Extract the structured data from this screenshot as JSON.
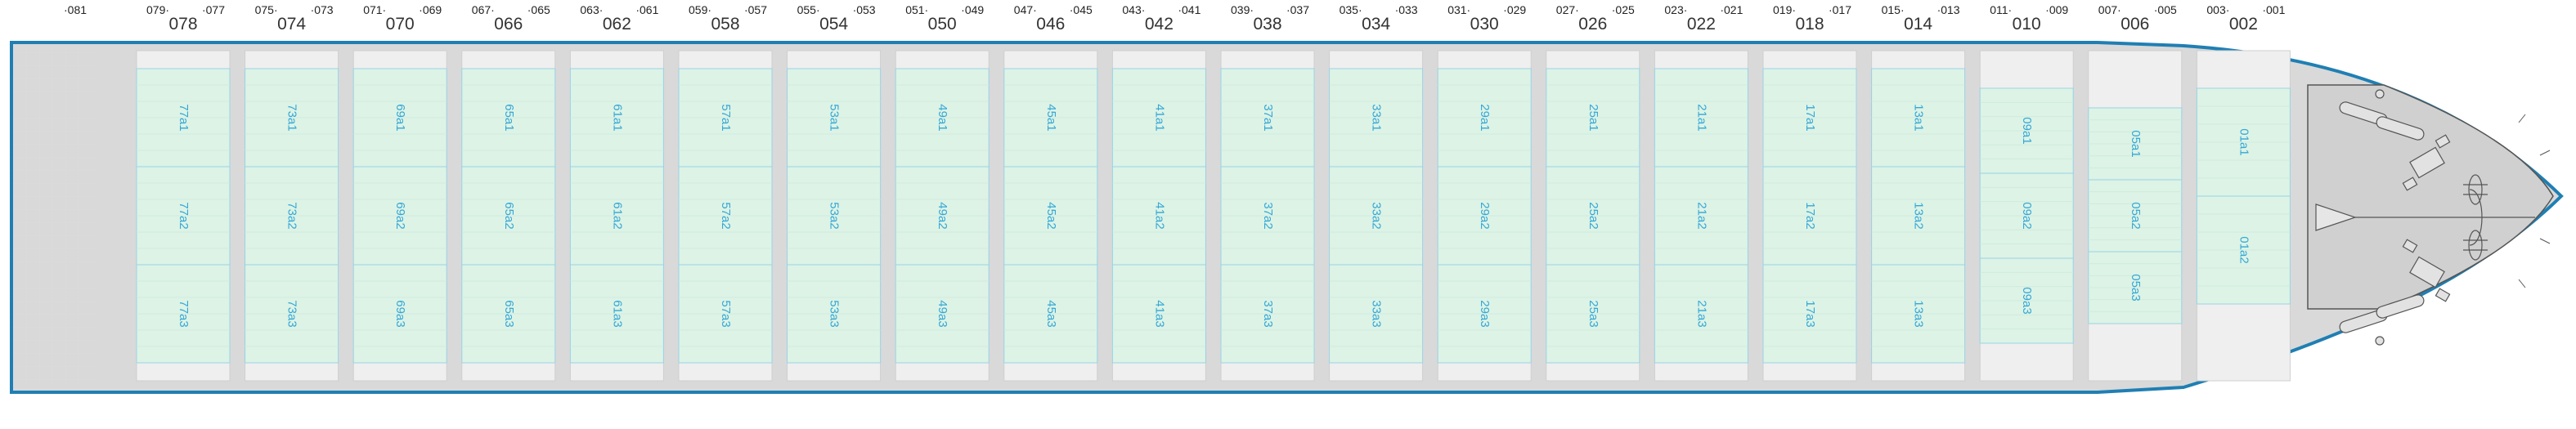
{
  "colors": {
    "hull_outline": "#1f7fb3",
    "deck": "#d9d9d9",
    "bay_fill": "#dcf3e6",
    "bay_line": "#9ad3e6",
    "slot_text": "#35a7d6",
    "hatch": "#efefef"
  },
  "top_labels": {
    "left_end": "·081",
    "bays": [
      {
        "fore": "079·",
        "aft": "·077",
        "main": "078"
      },
      {
        "fore": "075·",
        "aft": "·073",
        "main": "074"
      },
      {
        "fore": "071·",
        "aft": "·069",
        "main": "070"
      },
      {
        "fore": "067·",
        "aft": "·065",
        "main": "066"
      },
      {
        "fore": "063·",
        "aft": "·061",
        "main": "062"
      },
      {
        "fore": "059·",
        "aft": "·057",
        "main": "058"
      },
      {
        "fore": "055·",
        "aft": "·053",
        "main": "054"
      },
      {
        "fore": "051·",
        "aft": "·049",
        "main": "050"
      },
      {
        "fore": "047·",
        "aft": "·045",
        "main": "046"
      },
      {
        "fore": "043·",
        "aft": "·041",
        "main": "042"
      },
      {
        "fore": "039·",
        "aft": "·037",
        "main": "038"
      },
      {
        "fore": "035·",
        "aft": "·033",
        "main": "034"
      },
      {
        "fore": "031·",
        "aft": "·029",
        "main": "030"
      },
      {
        "fore": "027·",
        "aft": "·025",
        "main": "026"
      },
      {
        "fore": "023·",
        "aft": "·021",
        "main": "022"
      },
      {
        "fore": "019·",
        "aft": "·017",
        "main": "018"
      },
      {
        "fore": "015·",
        "aft": "·013",
        "main": "014"
      },
      {
        "fore": "011·",
        "aft": "·009",
        "main": "010"
      },
      {
        "fore": "007·",
        "aft": "·005",
        "main": "006"
      },
      {
        "fore": "003·",
        "aft": "·001",
        "main": "002"
      }
    ]
  },
  "slot_columns": [
    [
      "77a1",
      "77a2",
      "77a3"
    ],
    [
      "73a1",
      "73a2",
      "73a3"
    ],
    [
      "69a1",
      "69a2",
      "69a3"
    ],
    [
      "65a1",
      "65a2",
      "65a3"
    ],
    [
      "61a1",
      "61a2",
      "61a3"
    ],
    [
      "57a1",
      "57a2",
      "57a3"
    ],
    [
      "53a1",
      "53a2",
      "53a3"
    ],
    [
      "49a1",
      "49a2",
      "49a3"
    ],
    [
      "45a1",
      "45a2",
      "45a3"
    ],
    [
      "41a1",
      "41a2",
      "41a3"
    ],
    [
      "37a1",
      "37a2",
      "37a3"
    ],
    [
      "33a1",
      "33a2",
      "33a3"
    ],
    [
      "29a1",
      "29a2",
      "29a3"
    ],
    [
      "25a1",
      "25a2",
      "25a3"
    ],
    [
      "21a1",
      "21a2",
      "21a3"
    ],
    [
      "17a1",
      "17a2",
      "17a3"
    ],
    [
      "13a1",
      "13a2",
      "13a3"
    ],
    [
      "09a1",
      "09a2",
      "09a3"
    ],
    [
      "05a1",
      "05a2",
      "05a3"
    ],
    [
      "01a1",
      "01a2"
    ]
  ]
}
